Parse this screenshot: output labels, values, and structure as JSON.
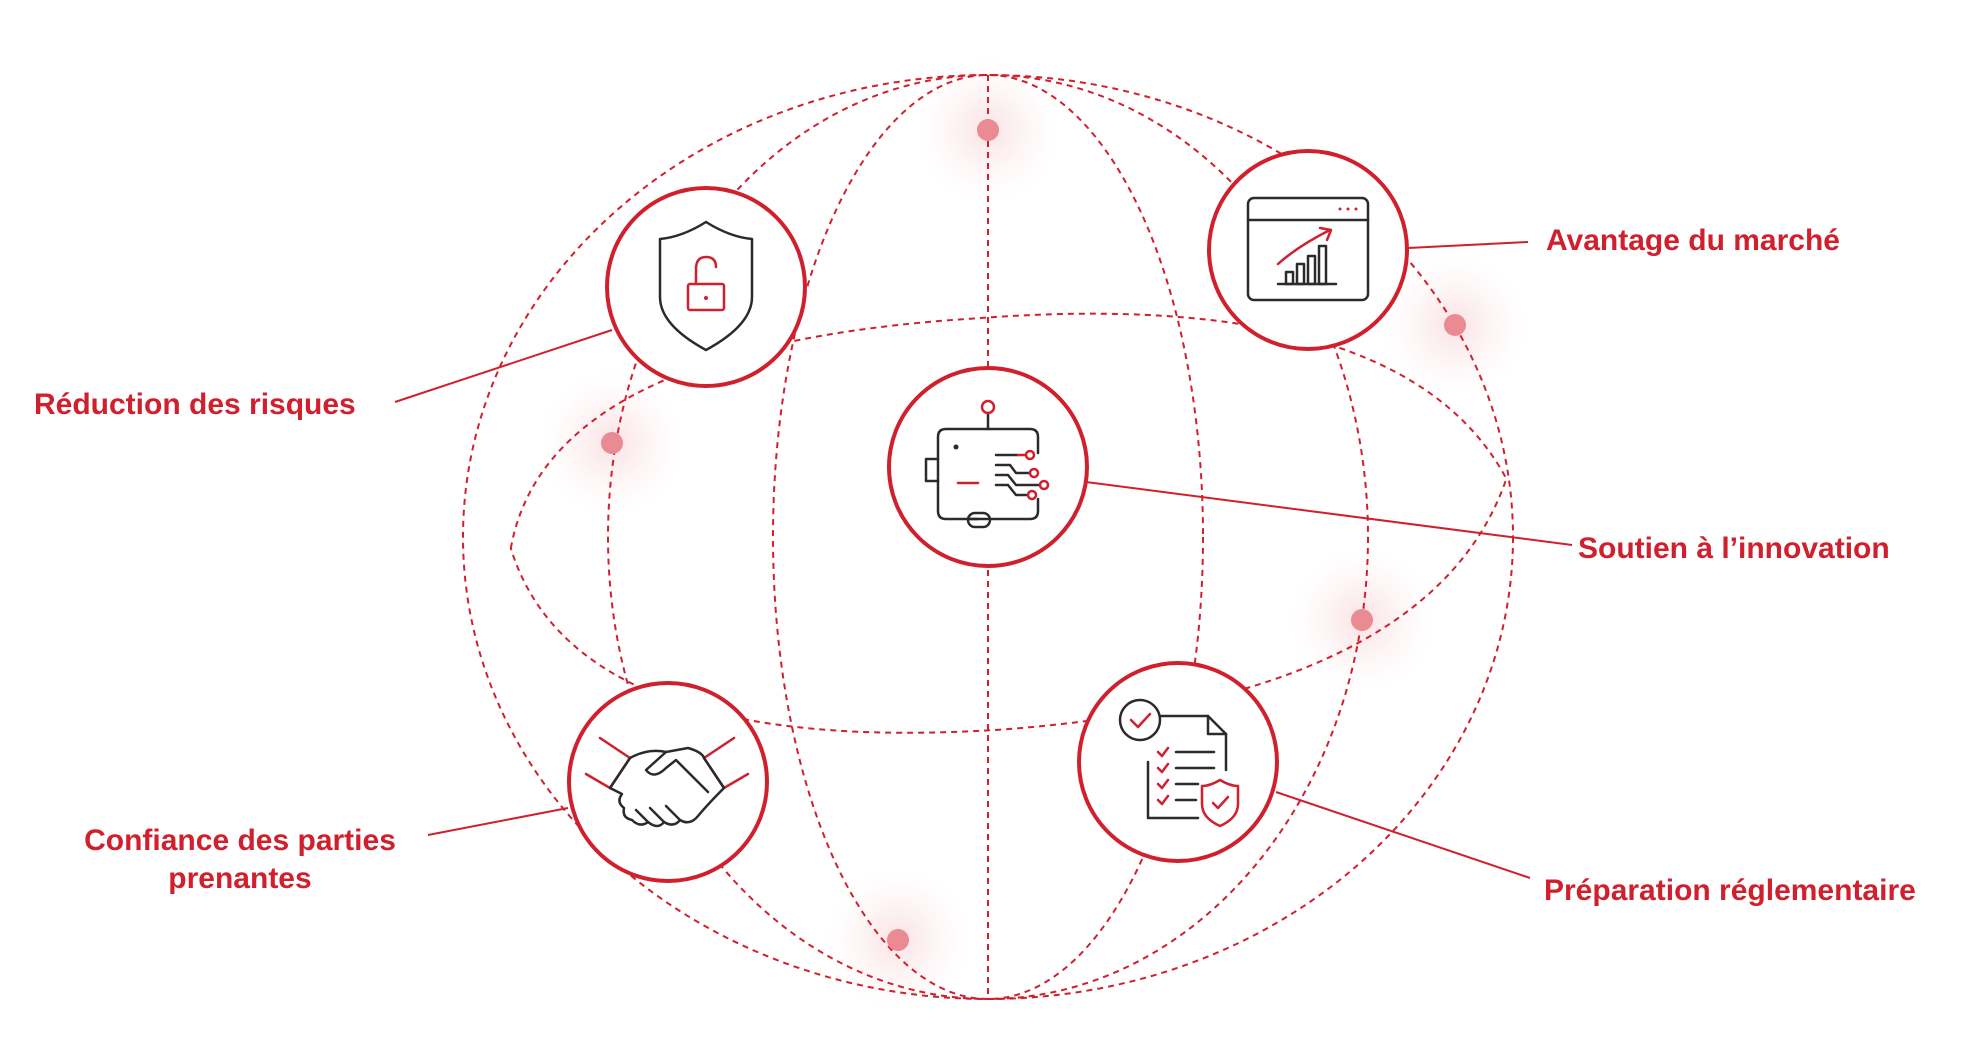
{
  "colors": {
    "accent": "#d0202e",
    "dot": "#ea8a92",
    "icon_dark": "#2b2b2b",
    "background": "#ffffff"
  },
  "nodes": [
    {
      "id": "risk",
      "icon": "shield-unlock-icon",
      "label": "Réduction des risques"
    },
    {
      "id": "market",
      "icon": "growth-chart-window-icon",
      "label": "Avantage du marché"
    },
    {
      "id": "innovation",
      "icon": "ai-robot-circuit-icon",
      "label": "Soutien à l’innovation"
    },
    {
      "id": "trust",
      "icon": "handshake-icon",
      "label": "Confiance des parties",
      "label_line2": "prenantes"
    },
    {
      "id": "regulatory",
      "icon": "checklist-document-icon",
      "label": "Préparation réglementaire"
    }
  ]
}
